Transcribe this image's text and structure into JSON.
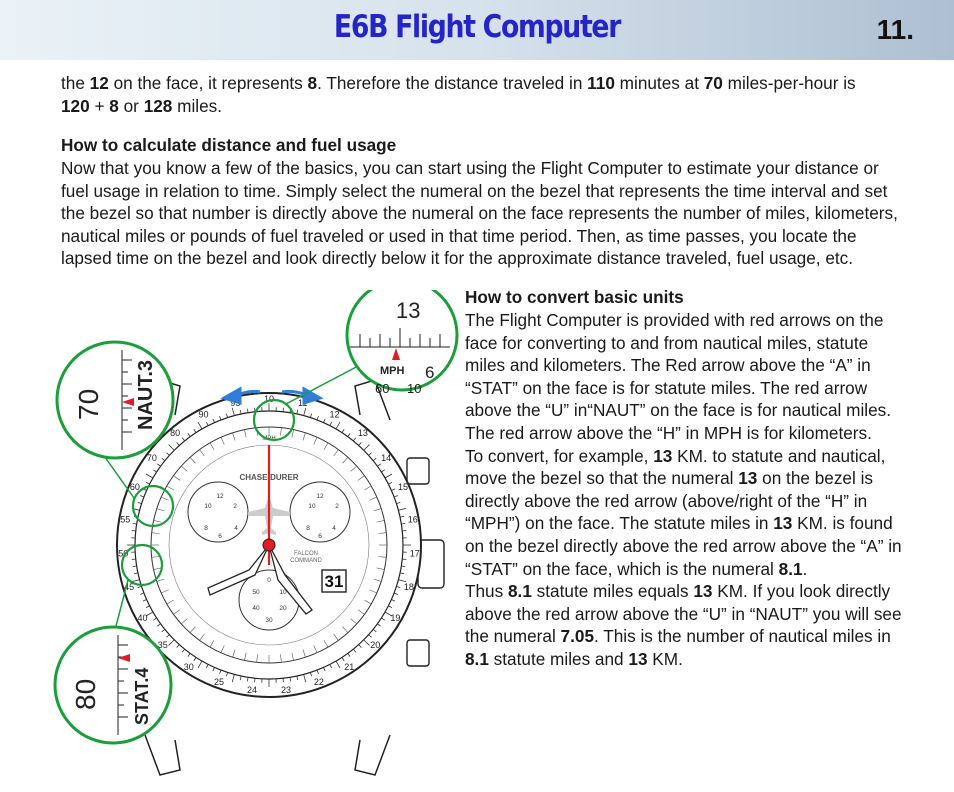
{
  "header": {
    "title": "E6B Flight Computer",
    "page_number": "11."
  },
  "body": {
    "intro_segments": [
      "the ",
      "12",
      " on the face, it represents ",
      "8",
      ". Therefore the distance traveled in ",
      "110",
      " minutes at ",
      "70",
      " miles-per-hour is ",
      "120",
      " + ",
      "8",
      " or ",
      "128",
      " miles."
    ],
    "section1_heading": "How to calculate distance and fuel usage",
    "section1_text": "Now that you know a few of the basics, you can start using the Flight Computer to estimate your distance or fuel usage in relation to time. Simply select the numeral on the bezel that represents the time interval and set the bezel so that number is directly above the numeral on the face represents the number of miles, kilometers, nautical miles or pounds of fuel traveled or used in that time period. Then, as time passes, you locate the lapsed time on the bezel and look directly below it for the approximate distance traveled, fuel usage, etc.",
    "section2_heading": "How to convert basic units",
    "section2_segments": [
      "The Flight Computer is provided with red arrows on the face for converting to and from nautical miles, statute miles and kilometers.  The Red arrow above the “A” in “STAT” on the   face is for statute miles. The red arrow above the “U” in“NAUT” on the face is for nautical miles.\nThe red arrow above the “H” in MPH is for kilometers.\nTo convert, for example, ",
      "13",
      " KM. to statute and nautical, move the bezel so that the numeral ",
      "13",
      " on the bezel is directly above the red arrow (above/right of the “H” in “MPH”) on the face.  The statute miles in ",
      "13",
      " KM. is found on the bezel directly above the red arrow above the “A” in “STAT” on the face, which is the numeral ",
      "8.1",
      ".\nThus ",
      "8.1",
      " statute miles equals ",
      "13",
      " KM. If you look directly above the red arrow above the “U” in “NAUT” you will see the numeral ",
      "7.05",
      ".  This is the number of nautical miles in ",
      "8.1",
      " statute miles and ",
      "13",
      " KM."
    ]
  },
  "figure": {
    "brand": "CHASE-DURER",
    "model_line1": "FALCON",
    "model_line2": "COMMAND",
    "date": "31",
    "mph": "MPH",
    "stat": "STAT",
    "naut": "NAUT",
    "zoom_top": {
      "bezel": "13",
      "face_left": "60",
      "face_right": "10",
      "right_edge": "6"
    },
    "zoom_left": {
      "bezel": "70",
      "scale": "NAUT.3"
    },
    "zoom_bottom": {
      "bezel": "80",
      "scale": "STAT.4"
    },
    "bezel_numbers": [
      "10",
      "11",
      "12",
      "13",
      "14",
      "15",
      "16",
      "17",
      "18",
      "19",
      "20",
      "21",
      "22",
      "23",
      "24",
      "25",
      "30",
      "35",
      "40",
      "45",
      "50",
      "55",
      "60",
      "70",
      "80",
      "90",
      "95"
    ],
    "colors": {
      "title": "#2424c8",
      "arrow_red": "#e31b23",
      "callout_green": "#1a9e3a",
      "blue_arrow": "#2f7fd9"
    }
  }
}
